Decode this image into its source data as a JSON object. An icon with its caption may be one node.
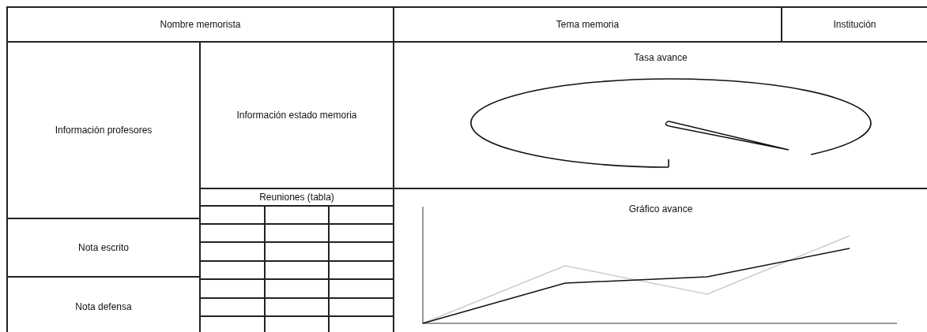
{
  "diagram": {
    "nodes": [
      {
        "text": [
          "Nombre memorista"
        ]
      },
      {
        "text": [
          "Tema memoria"
        ]
      },
      {
        "text": [
          "Institución"
        ]
      },
      {
        "text": [
          "Información profesores"
        ]
      },
      {
        "text": [
          "Información estado memoria"
        ]
      },
      {
        "text": [
          "Tasa avance"
        ]
      },
      {
        "text": [
          "Reuniones (tabla)"
        ]
      },
      {
        "text": [
          "Gráfico avance"
        ]
      },
      {
        "text": [
          "Nota escrito"
        ]
      },
      {
        "text": [
          "Nota defensa"
        ]
      }
    ]
  }
}
